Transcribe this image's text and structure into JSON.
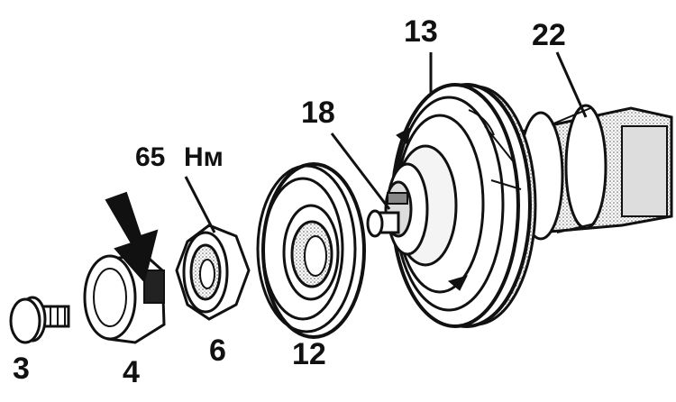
{
  "labels": {
    "part_3": "3",
    "part_4": "4",
    "part_6": "6",
    "part_12": "12",
    "part_13": "13",
    "part_18": "18",
    "part_22": "22",
    "torque_value": "65",
    "torque_unit": "Нм"
  },
  "colors": {
    "ink": "#111111",
    "paper": "#ffffff",
    "shade": "#9a9a9a"
  }
}
